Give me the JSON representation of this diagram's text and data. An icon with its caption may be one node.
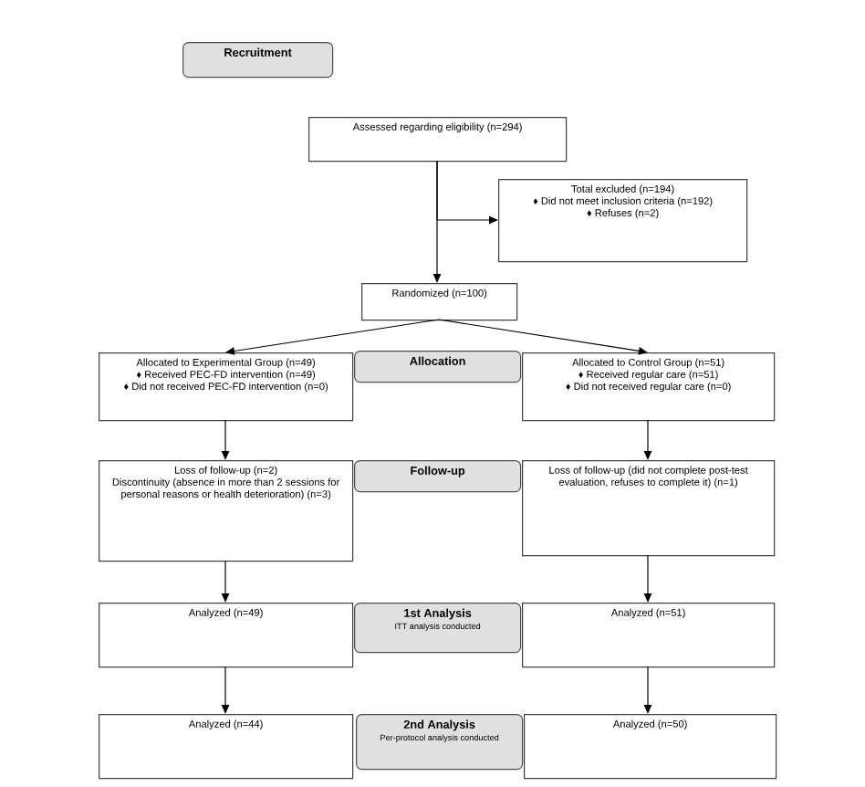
{
  "diagram": {
    "nodes": [
      {
        "text": [
          "Recruitment"
        ]
      },
      {
        "text": [
          "Assessed regarding eligibility (n=294)"
        ]
      },
      {
        "text": [
          "Total excluded (n=194)",
          "♦ Did not meet inclusion criteria (n=192)",
          "♦ Refuses (n=2)"
        ]
      },
      {
        "text": [
          "Randomized (n=100)"
        ]
      },
      {
        "text": [
          "Allocated to Experimental Group (n=49)",
          "♦ Received PEC-FD intervention (n=49)",
          "♦ Did not received PEC-FD intervention (n=0)"
        ]
      },
      {
        "text": [
          "Allocation"
        ]
      },
      {
        "text": [
          "Allocated to Control Group (n=51)",
          "♦ Received regular care (n=51)",
          "♦ Did not received regular care (n=0)"
        ]
      },
      {
        "text": [
          "Loss of follow-up (n=2)",
          "Discontinuity (absence in more than 2 sessions for personal reasons or health deterioration) (n=3)"
        ]
      },
      {
        "text": [
          "Follow-up"
        ]
      },
      {
        "text": [
          "Loss of follow-up (did not complete post-test evaluation, refuses to complete it) (n=1)"
        ]
      },
      {
        "text": [
          "Analyzed (n=49)"
        ]
      },
      {
        "text": [
          "1st Analysis",
          "ITT analysis conducted"
        ]
      },
      {
        "text": [
          "Analyzed (n=51)"
        ]
      },
      {
        "text": [
          "Analyzed (n=44)"
        ]
      },
      {
        "text": [
          "2nd Analysis",
          "Per-protocol analysis conducted"
        ]
      },
      {
        "text": [
          "Analyzed (n=50)"
        ]
      }
    ],
    "edges": [
      {
        "from": 1,
        "to": 3,
        "arrow": "to"
      },
      {
        "from": 1,
        "to": 2,
        "arrow": "to"
      },
      {
        "from": 3,
        "to": 4,
        "arrow": "to"
      },
      {
        "from": 3,
        "to": 6,
        "arrow": "to"
      },
      {
        "from": 4,
        "to": 7,
        "arrow": "to"
      },
      {
        "from": 6,
        "to": 9,
        "arrow": "to"
      },
      {
        "from": 7,
        "to": 10,
        "arrow": "to"
      },
      {
        "from": 9,
        "to": 12,
        "arrow": "to"
      },
      {
        "from": 10,
        "to": 13,
        "arrow": "to"
      },
      {
        "from": 12,
        "to": 15,
        "arrow": "to"
      }
    ]
  }
}
